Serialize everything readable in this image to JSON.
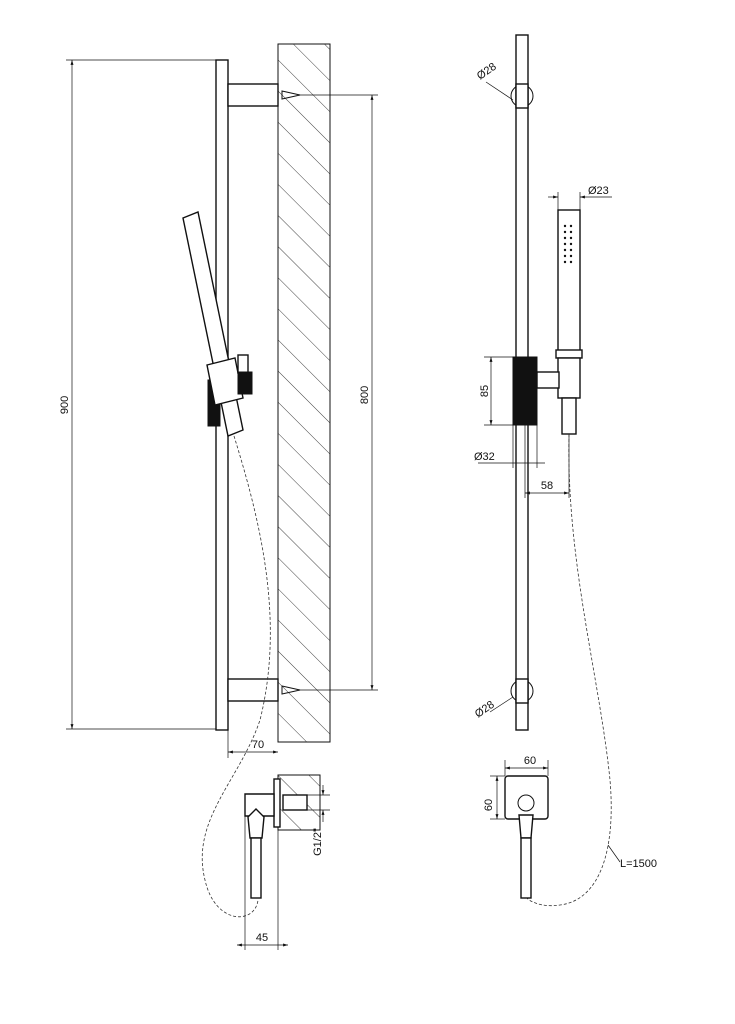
{
  "drawing": {
    "side_view": {
      "dim_total_height": "900",
      "dim_bracket_spacing": "800",
      "dim_wall_offset": "70",
      "dim_outlet_offset": "45",
      "thread_label": "G1/2\""
    },
    "front_view": {
      "dim_mount_diameter_top": "Ø28",
      "dim_mount_diameter_bottom": "Ø28",
      "dim_handshower_diameter": "Ø23",
      "dim_slider_height": "85",
      "dim_bar_diameter": "Ø32",
      "dim_holder_offset": "58",
      "dim_outlet_width": "60",
      "dim_outlet_height": "60",
      "hose_length": "L=1500"
    },
    "colors": {
      "line": "#111111",
      "background": "#ffffff"
    }
  }
}
